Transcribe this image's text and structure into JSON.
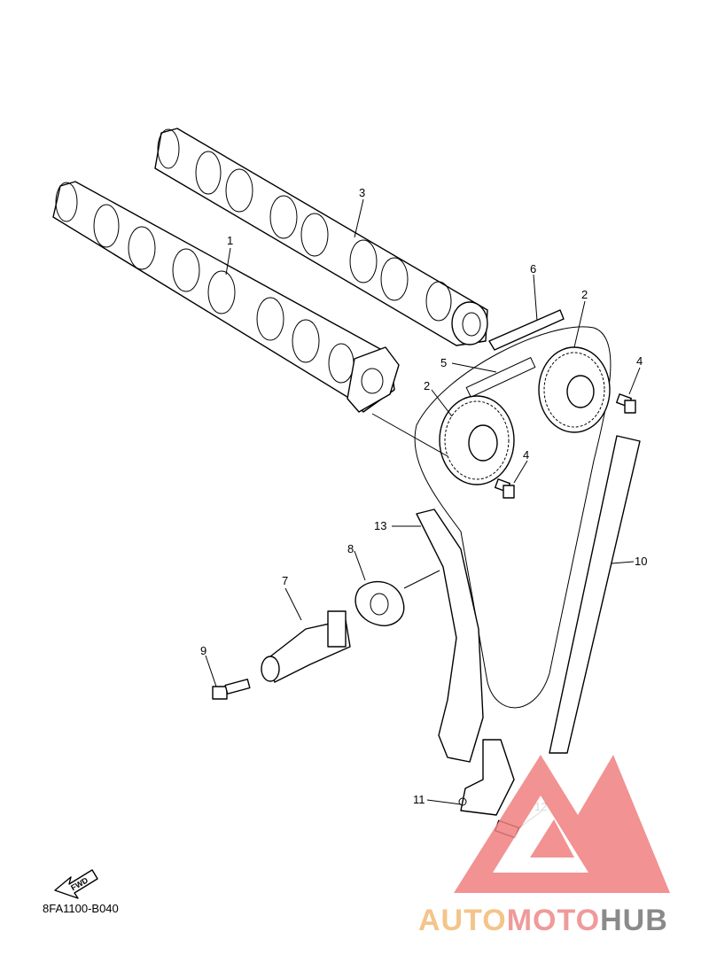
{
  "callouts": [
    {
      "id": "c1",
      "label": "1"
    },
    {
      "id": "c2a",
      "label": "2"
    },
    {
      "id": "c2b",
      "label": "2"
    },
    {
      "id": "c3",
      "label": "3"
    },
    {
      "id": "c4a",
      "label": "4"
    },
    {
      "id": "c4b",
      "label": "4"
    },
    {
      "id": "c5",
      "label": "5"
    },
    {
      "id": "c6",
      "label": "6"
    },
    {
      "id": "c7",
      "label": "7"
    },
    {
      "id": "c8",
      "label": "8"
    },
    {
      "id": "c9",
      "label": "9"
    },
    {
      "id": "c10",
      "label": "10"
    },
    {
      "id": "c11",
      "label": "11"
    },
    {
      "id": "c12",
      "label": "12"
    },
    {
      "id": "c13",
      "label": "13"
    }
  ],
  "fwd_label": "FWD",
  "diagram_code": "8FA1100-B040",
  "watermark": {
    "part1": "AUTO",
    "part2": "MOTO",
    "part3": "HUB",
    "color_auto": "#f3c58a",
    "color_moto": "#f09a9a",
    "color_hub": "#8a8a8a",
    "triangle_color": "#f08080"
  }
}
